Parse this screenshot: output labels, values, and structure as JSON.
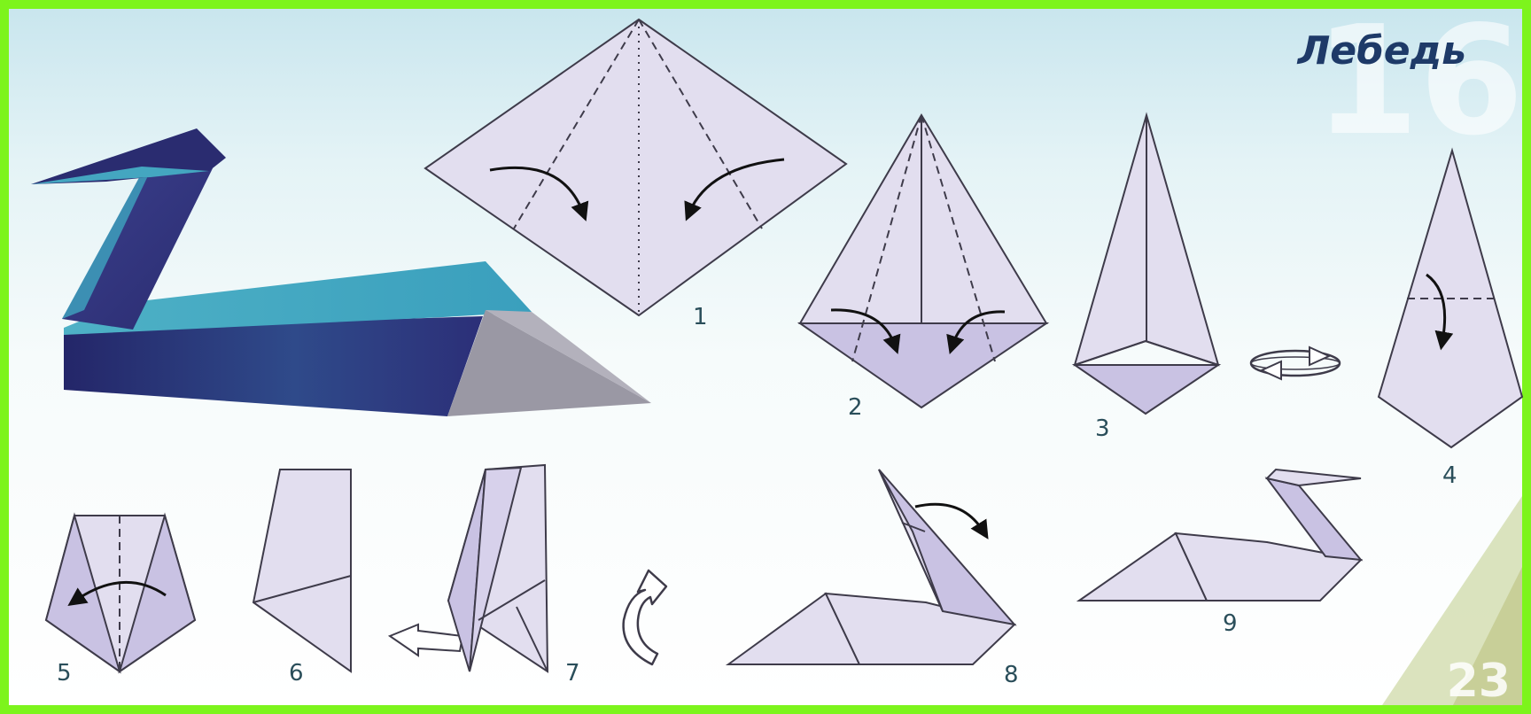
{
  "title": "Лебедь",
  "page_number": "16",
  "corner_number": "23",
  "steps": [
    "1",
    "2",
    "3",
    "4",
    "5",
    "6",
    "7",
    "8",
    "9"
  ],
  "colors": {
    "border": "#7df41c",
    "paper_light": "#e2deef",
    "paper_mid": "#c9c2e3",
    "paper_dark": "#b7aedb",
    "outline": "#3e3b4a",
    "title": "#1e3a68",
    "step_number": "#2a4e5a",
    "swan_teal": "#3aa7c2",
    "swan_indigo": "#2b2d75",
    "swan_grey": "#9a98a4"
  },
  "icons": [
    "fold-arrow-icon",
    "turn-over-icon",
    "rotate-icon",
    "direction-arrow-icon"
  ]
}
